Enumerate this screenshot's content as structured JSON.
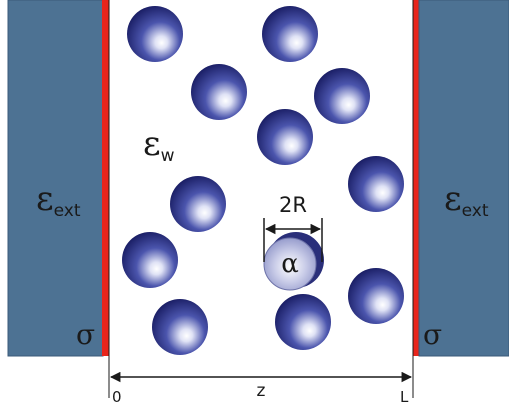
{
  "labels": {
    "eps_ext_left": {
      "base": "ε",
      "sub": "ext"
    },
    "eps_ext_right": {
      "base": "ε",
      "sub": "ext"
    },
    "eps_w": {
      "base": "ε",
      "sub": "w"
    },
    "sigma_left": "σ",
    "sigma_right": "σ",
    "radius": "2R",
    "alpha": "α",
    "axis_start": "0",
    "axis_var": "z",
    "axis_end": "L"
  },
  "colors": {
    "slab": "#4d7293",
    "slab_edge": "#3a5a78",
    "charged_wall": "#e8251c",
    "sphere_dark": "#1b1f66",
    "sphere_mid": "#3f4aa6",
    "sphere_light": "#ffffff",
    "text": "#1a1a1a"
  }
}
